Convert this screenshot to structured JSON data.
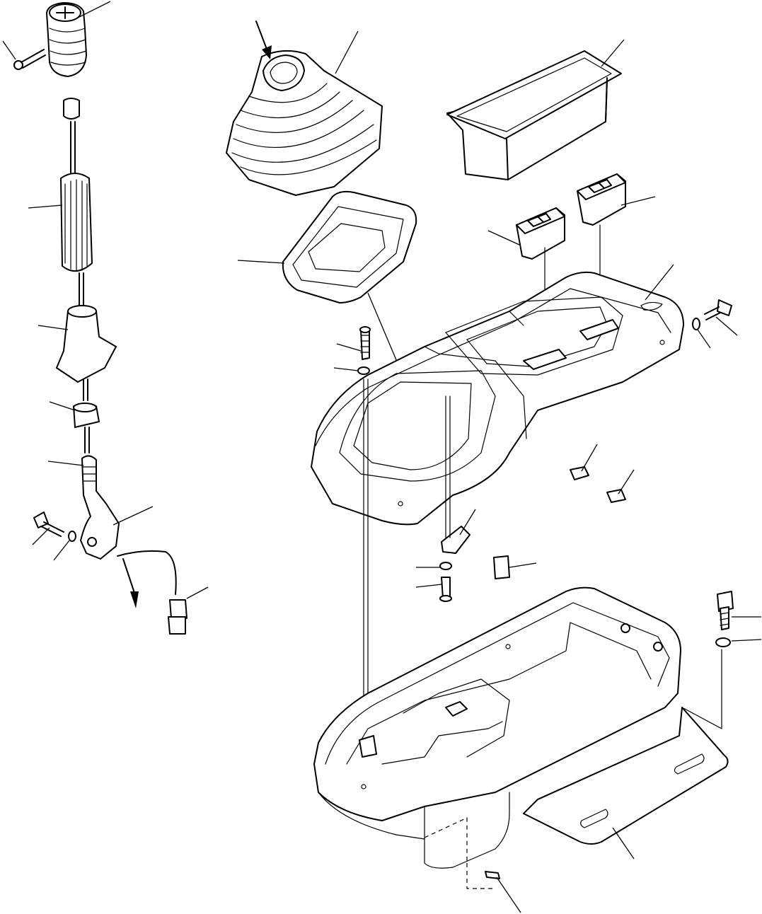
{
  "diagram": {
    "type": "exploded-parts-view",
    "style": "black line art on white",
    "text_labels": []
  },
  "colors": {
    "background": "#ffffff",
    "line": "#000000"
  },
  "parts": [
    {
      "name": "shift-knob"
    },
    {
      "name": "knob-screw"
    },
    {
      "name": "lever-grip"
    },
    {
      "name": "lever-boot-lower"
    },
    {
      "name": "lever-nut"
    },
    {
      "name": "shift-lever-rod"
    },
    {
      "name": "lever-switch-assembly"
    },
    {
      "name": "connector"
    },
    {
      "name": "rubber-boot"
    },
    {
      "name": "boot-frame"
    },
    {
      "name": "monitor-panel"
    },
    {
      "name": "rocker-switch-left"
    },
    {
      "name": "rocker-switch-right"
    },
    {
      "name": "console-cover"
    },
    {
      "name": "console-box"
    },
    {
      "name": "mounting-plate"
    },
    {
      "name": "clips"
    },
    {
      "name": "bolts-washers"
    }
  ]
}
